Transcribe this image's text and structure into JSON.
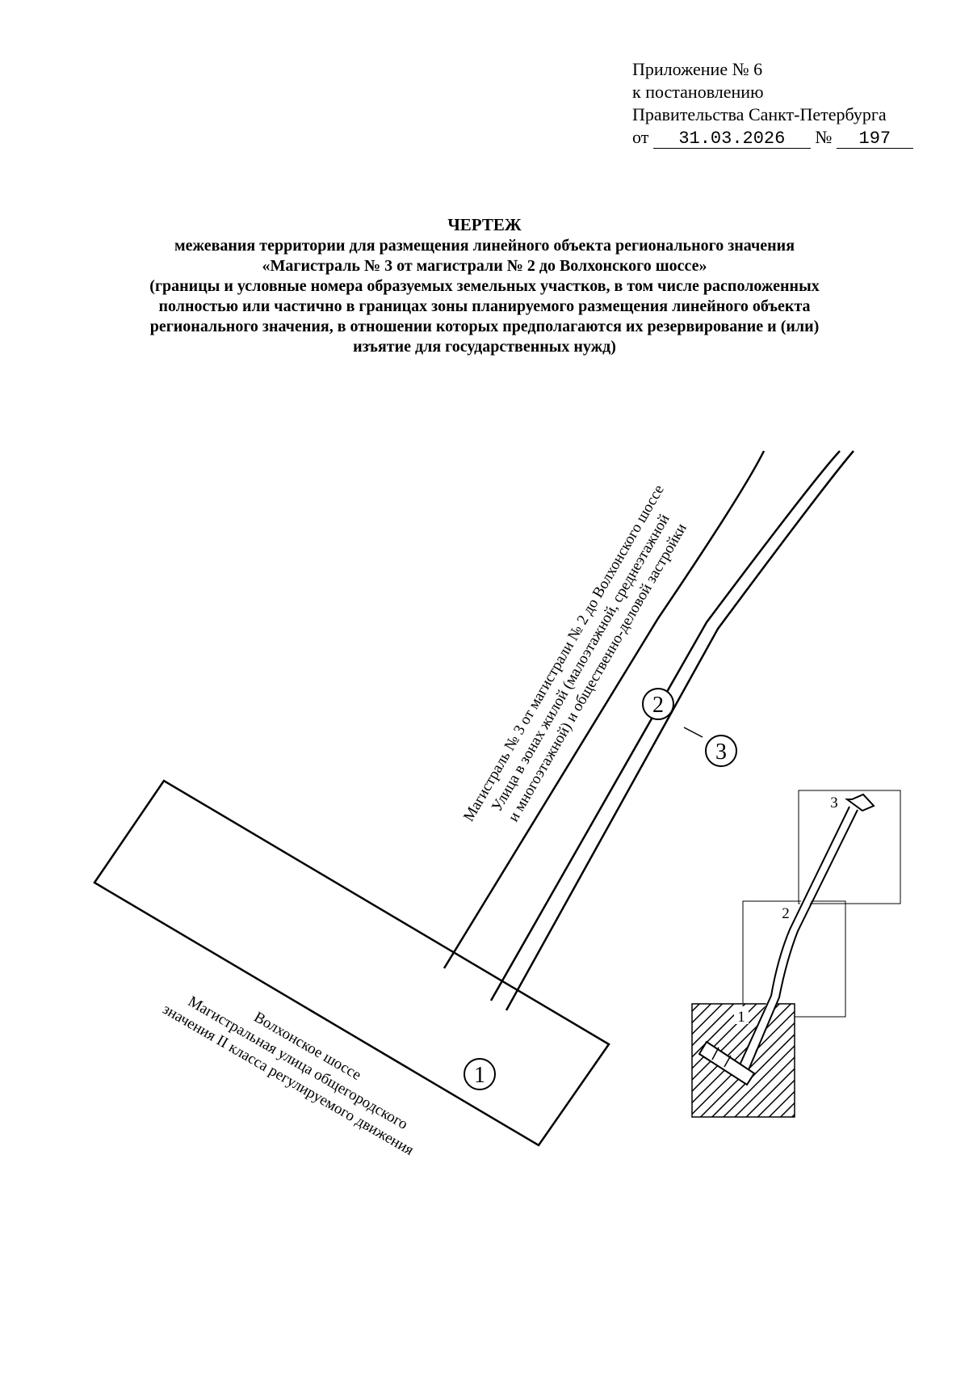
{
  "appendix": {
    "line1": "Приложение № 6",
    "line2": "к постановлению",
    "line3": "Правительства Санкт-Петербурга",
    "date_prefix": "от",
    "date": "31.03.2026",
    "number_prefix": "№",
    "number": "197"
  },
  "title": {
    "heading": "ЧЕРТЕЖ",
    "line1": "межевания территории для размещения линейного объекта регионального значения",
    "line2": "«Магистраль № 3 от магистрали № 2 до Волхонского шоссе»",
    "line3": "(границы и условные номера образуемых земельных участков, в том числе расположенных",
    "line4": "полностью или частично в границах зоны планируемого размещения линейного объекта",
    "line5": "регионального значения, в отношении которых предполагаются их резервирование и (или)",
    "line6": "изъятие для государственных нужд)"
  },
  "drawing": {
    "road_label_1": {
      "line1": "Волхонское шоссе",
      "line2": "Магистральная улица общегородского",
      "line3": "значения II класса регулируемого движения"
    },
    "road_label_2": {
      "line1": "Магистраль № 3 от магистрали № 2 до Волхонского шоссе",
      "line2": "Улица в зонах жилой (малоэтажной, среднеэтажной",
      "line3": "и многоэтажной) и общественно-деловой застройки"
    },
    "parcels": [
      "1",
      "2",
      "3"
    ],
    "inset_labels": [
      "1",
      "2",
      "3"
    ]
  }
}
